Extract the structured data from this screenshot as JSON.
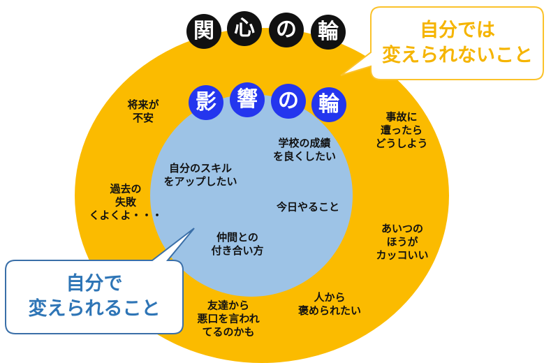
{
  "colors": {
    "outer_ring": "#fbbb00",
    "inner_circle": "#9dc3e6",
    "concern_badge": "#111111",
    "influence_badge": "#2436ee",
    "cannot_change_text": "#f5b400",
    "can_change_text": "#2e75b6"
  },
  "concern_title": [
    "関",
    "心",
    "の",
    "輪"
  ],
  "influence_title": [
    "影",
    "響",
    "の",
    "輪"
  ],
  "callout_cannot_change": [
    "自分では",
    "変えられないこと"
  ],
  "callout_can_change": [
    "自分で",
    "変えられること"
  ],
  "concern_items": [
    [
      "将来が",
      "不安"
    ],
    [
      "事故に",
      "遭ったら",
      "どうしよう"
    ],
    [
      "過去の",
      "失敗",
      "くよくよ・・・"
    ],
    [
      "あいつの",
      "ほうが",
      "カッコいい"
    ],
    [
      "友達から",
      "悪口を言われ",
      "てるのかも"
    ],
    [
      "人から",
      "褒められたい"
    ]
  ],
  "influence_items": [
    [
      "学校の成績",
      "を良くしたい"
    ],
    [
      "自分のスキル",
      "をアップしたい"
    ],
    [
      "今日やること"
    ],
    [
      "仲間との",
      "付き合い方"
    ]
  ]
}
